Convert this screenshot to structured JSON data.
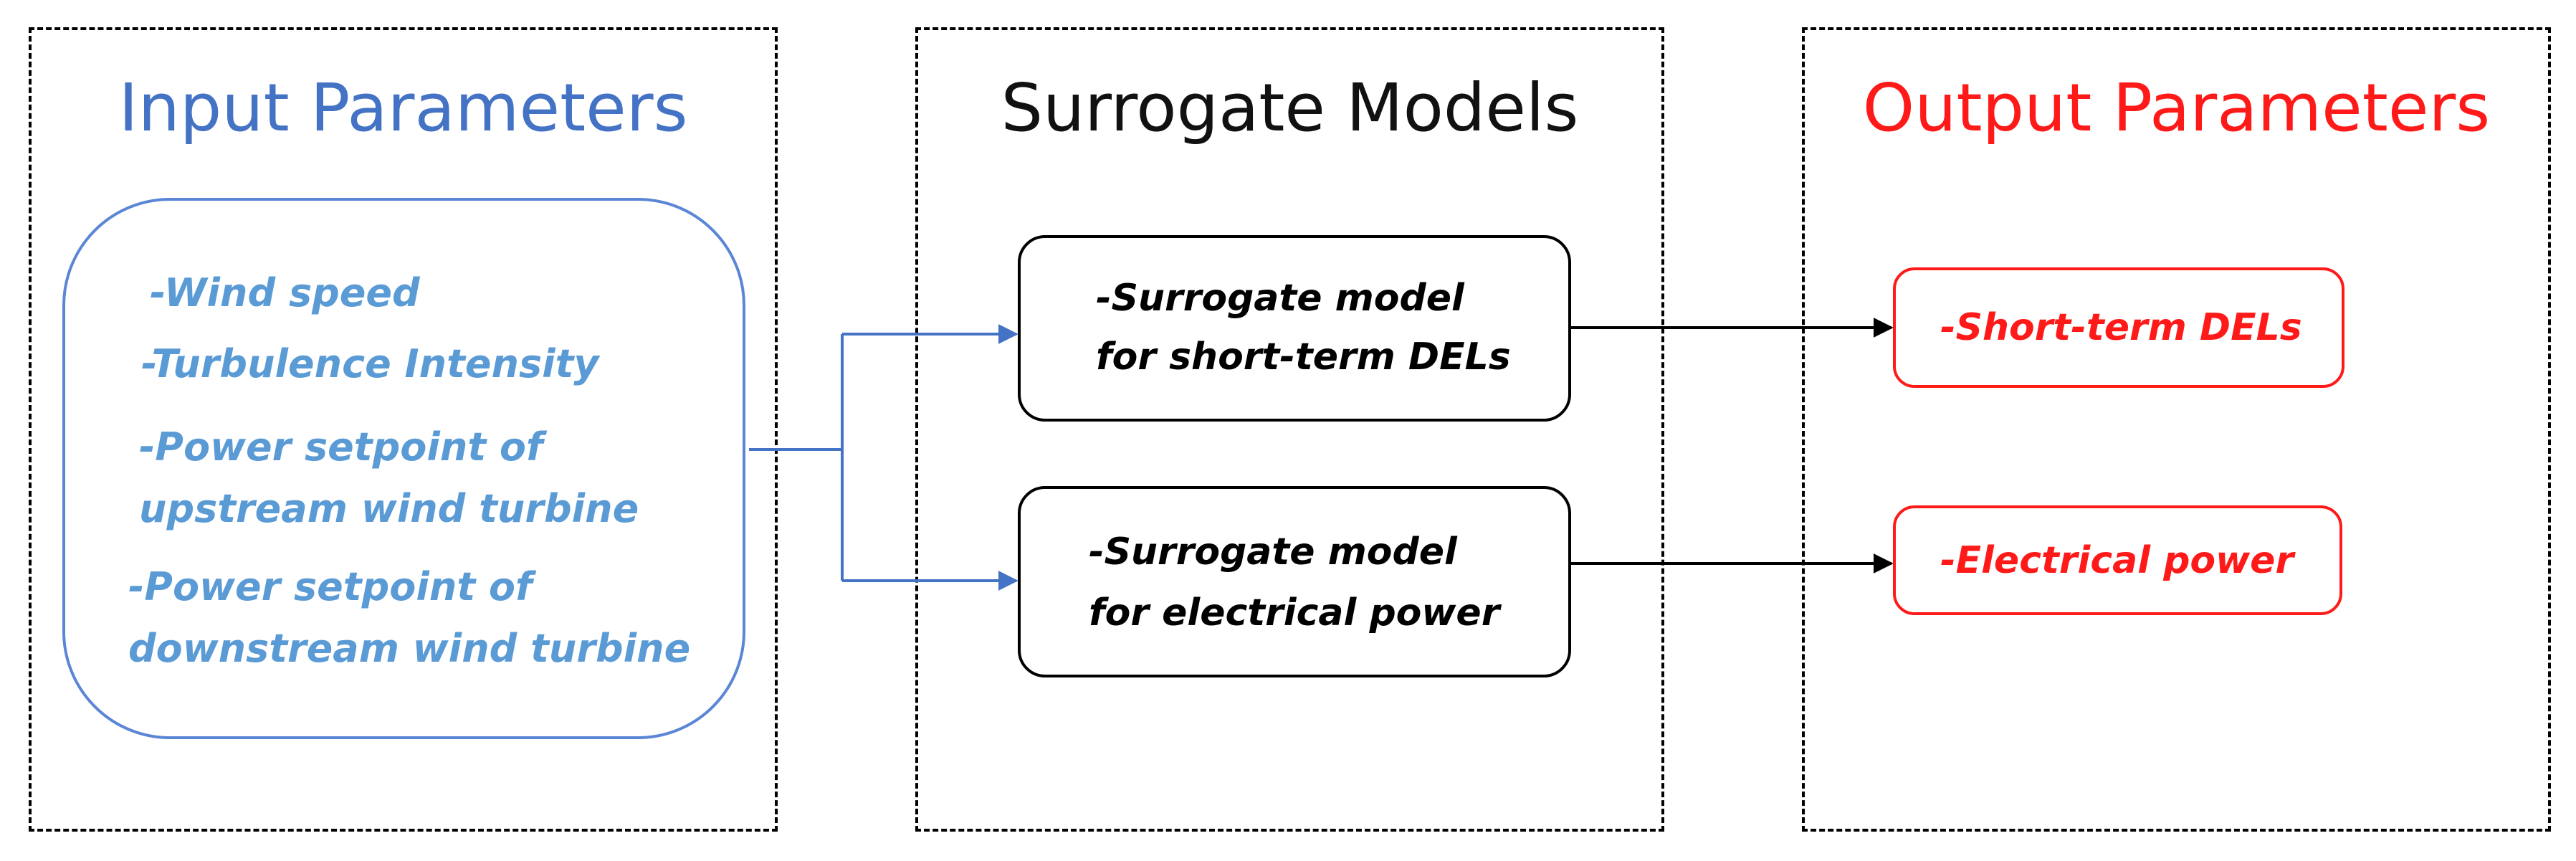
{
  "panels": {
    "input": {
      "title": "Input Parameters"
    },
    "surrogate": {
      "title": "Surrogate Models"
    },
    "output": {
      "title": "Output Parameters"
    }
  },
  "input_box": {
    "lines": [
      "-Wind speed",
      "-Turbulence Intensity",
      "-Power setpoint of",
      "upstream wind turbine",
      "-Power setpoint of",
      "downstream wind turbine"
    ]
  },
  "surrogate_models": [
    {
      "lines": [
        "-Surrogate model",
        "for short-term DELs"
      ]
    },
    {
      "lines": [
        "-Surrogate model",
        "for electrical power"
      ]
    }
  ],
  "outputs": [
    {
      "label": "-Short-term DELs"
    },
    {
      "label": "-Electrical power"
    }
  ],
  "colors": {
    "input": "#4472c4",
    "input_text": "#5b9bd5",
    "surrogate": "#000000",
    "output": "#ff1a1a",
    "input_arrow": "#4472c4",
    "output_arrow": "#000000"
  },
  "icons": {
    "connector_arrowhead": "arrowhead"
  }
}
